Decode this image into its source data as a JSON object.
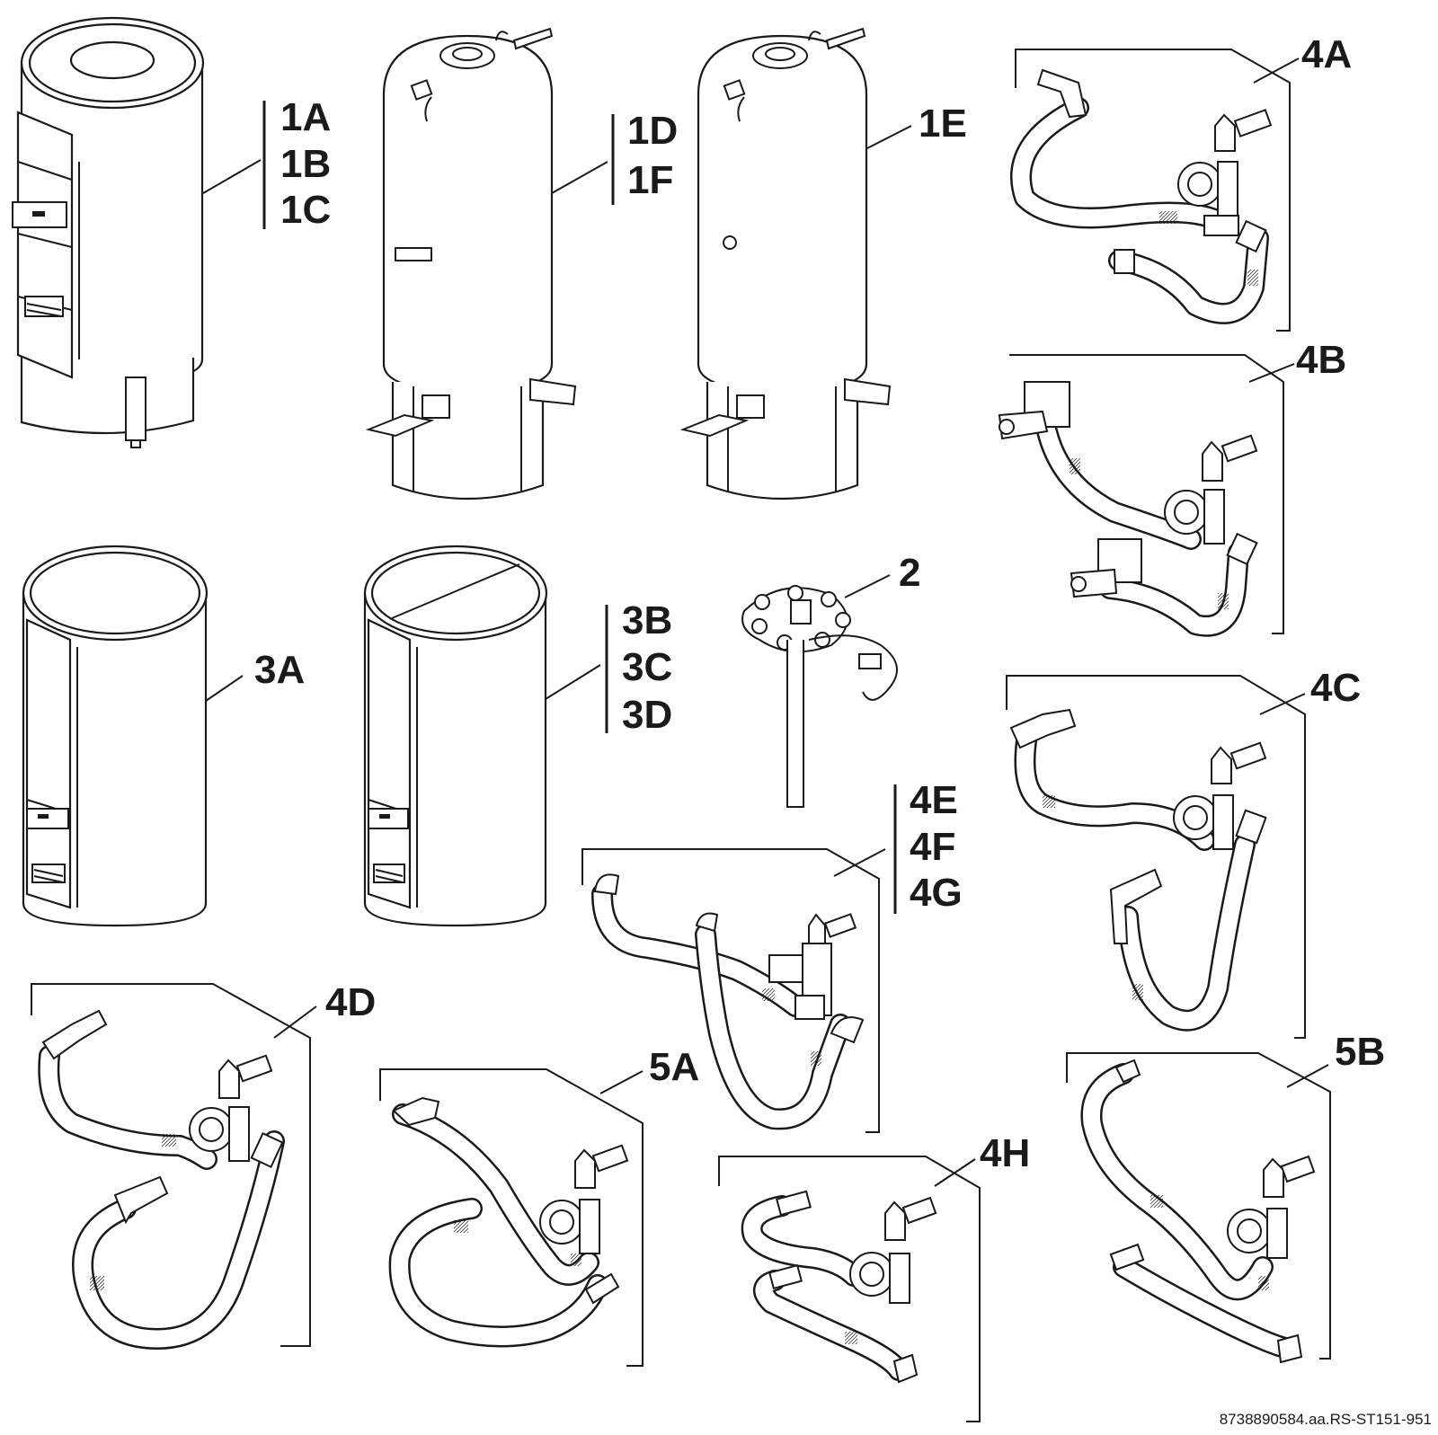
{
  "labels": {
    "g1abc": [
      "1A",
      "1B",
      "1C"
    ],
    "g1df": [
      "1D",
      "1F"
    ],
    "g1e": "1E",
    "g2": "2",
    "g3a": "3A",
    "g3bcd": [
      "3B",
      "3C",
      "3D"
    ],
    "g4a": "4A",
    "g4b": "4B",
    "g4c": "4C",
    "g4d": "4D",
    "g4efg": [
      "4E",
      "4F",
      "4G"
    ],
    "g4h": "4H",
    "g5a": "5A",
    "g5b": "5B"
  },
  "document_id": "8738890584.aa.RS-ST151-951"
}
